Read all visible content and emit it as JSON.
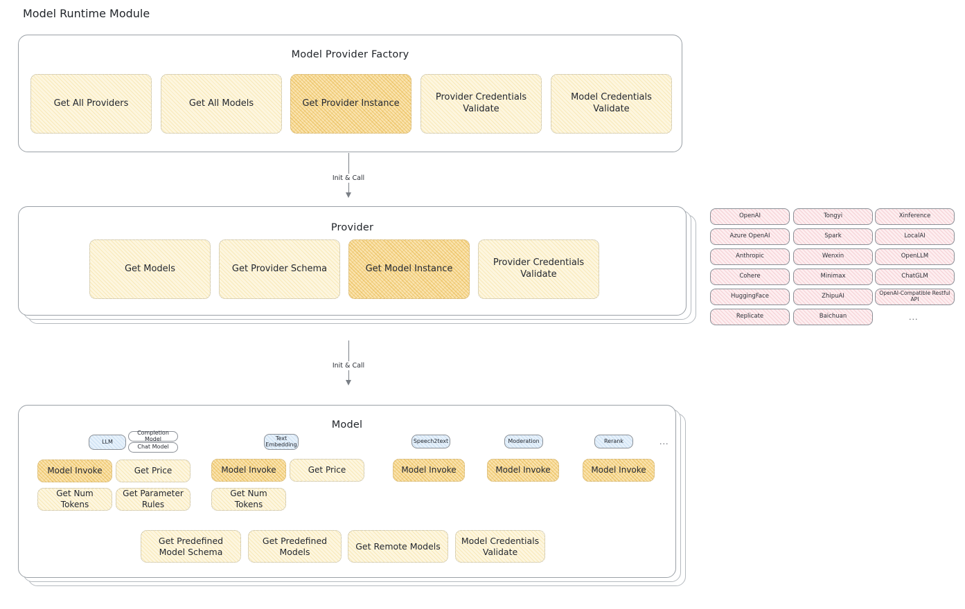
{
  "diagram": {
    "title": "Model Runtime Module",
    "style": "hand-drawn excalidraw sketch"
  },
  "layers": {
    "factory": {
      "title": "Model Provider Factory",
      "nodes": [
        {
          "label": "Get All Providers",
          "highlighted": false
        },
        {
          "label": "Get All Models",
          "highlighted": false
        },
        {
          "label": "Get Provider Instance",
          "highlighted": true
        },
        {
          "label": "Provider Credentials Validate",
          "highlighted": false
        },
        {
          "label": "Model Credentials Validate",
          "highlighted": false
        }
      ]
    },
    "provider": {
      "title": "Provider",
      "nodes": [
        {
          "label": "Get Models",
          "highlighted": false
        },
        {
          "label": "Get Provider Schema",
          "highlighted": false
        },
        {
          "label": "Get Model Instance",
          "highlighted": true
        },
        {
          "label": "Provider Credentials Validate",
          "highlighted": false
        }
      ]
    },
    "model": {
      "title": "Model",
      "groups": [
        {
          "type_label": "LLM",
          "sub_chips": [
            "Completion Model",
            "Chat Model"
          ],
          "nodes": [
            {
              "label": "Model Invoke",
              "highlighted": true
            },
            {
              "label": "Get Price",
              "highlighted": false
            },
            {
              "label": "Get Num Tokens",
              "highlighted": false
            },
            {
              "label": "Get Parameter Rules",
              "highlighted": false
            }
          ]
        },
        {
          "type_label": "Text Embedding",
          "sub_chips": [],
          "nodes": [
            {
              "label": "Model Invoke",
              "highlighted": true
            },
            {
              "label": "Get Price",
              "highlighted": false
            },
            {
              "label": "Get Num Tokens",
              "highlighted": false
            }
          ]
        },
        {
          "type_label": "Speech2text",
          "sub_chips": [],
          "nodes": [
            {
              "label": "Model Invoke",
              "highlighted": true
            }
          ]
        },
        {
          "type_label": "Moderation",
          "sub_chips": [],
          "nodes": [
            {
              "label": "Model Invoke",
              "highlighted": true
            }
          ]
        },
        {
          "type_label": "Rerank",
          "sub_chips": [],
          "nodes": [
            {
              "label": "Model Invoke",
              "highlighted": true
            }
          ]
        }
      ],
      "more_mark": "...",
      "common_nodes": [
        {
          "label": "Get Predefined Model Schema"
        },
        {
          "label": "Get Predefined Models"
        },
        {
          "label": "Get Remote Models"
        },
        {
          "label": "Model Credentials Validate"
        }
      ]
    }
  },
  "arrows": [
    {
      "label": "Init & Call"
    },
    {
      "label": "Init & Call"
    }
  ],
  "provider_list": {
    "columns": [
      [
        "OpenAI",
        "Azure OpenAI",
        "Anthropic",
        "Cohere",
        "HuggingFace",
        "Replicate"
      ],
      [
        "Tongyi",
        "Spark",
        "Wenxin",
        "Minimax",
        "ZhipuAI",
        "Baichuan"
      ],
      [
        "Xinference",
        "LocalAI",
        "OpenLLM",
        "ChatGLM",
        "OpenAI-Compatible Restful API"
      ]
    ],
    "more_mark": "..."
  },
  "colors": {
    "node_fill": "#fdf6df",
    "node_highlight_fill": "#fae3ae",
    "provider_chip_fill": "#fdeef0",
    "type_chip_fill": "#e6f1fb",
    "panel_border": "#9aa0a6",
    "text": "#23272f"
  }
}
